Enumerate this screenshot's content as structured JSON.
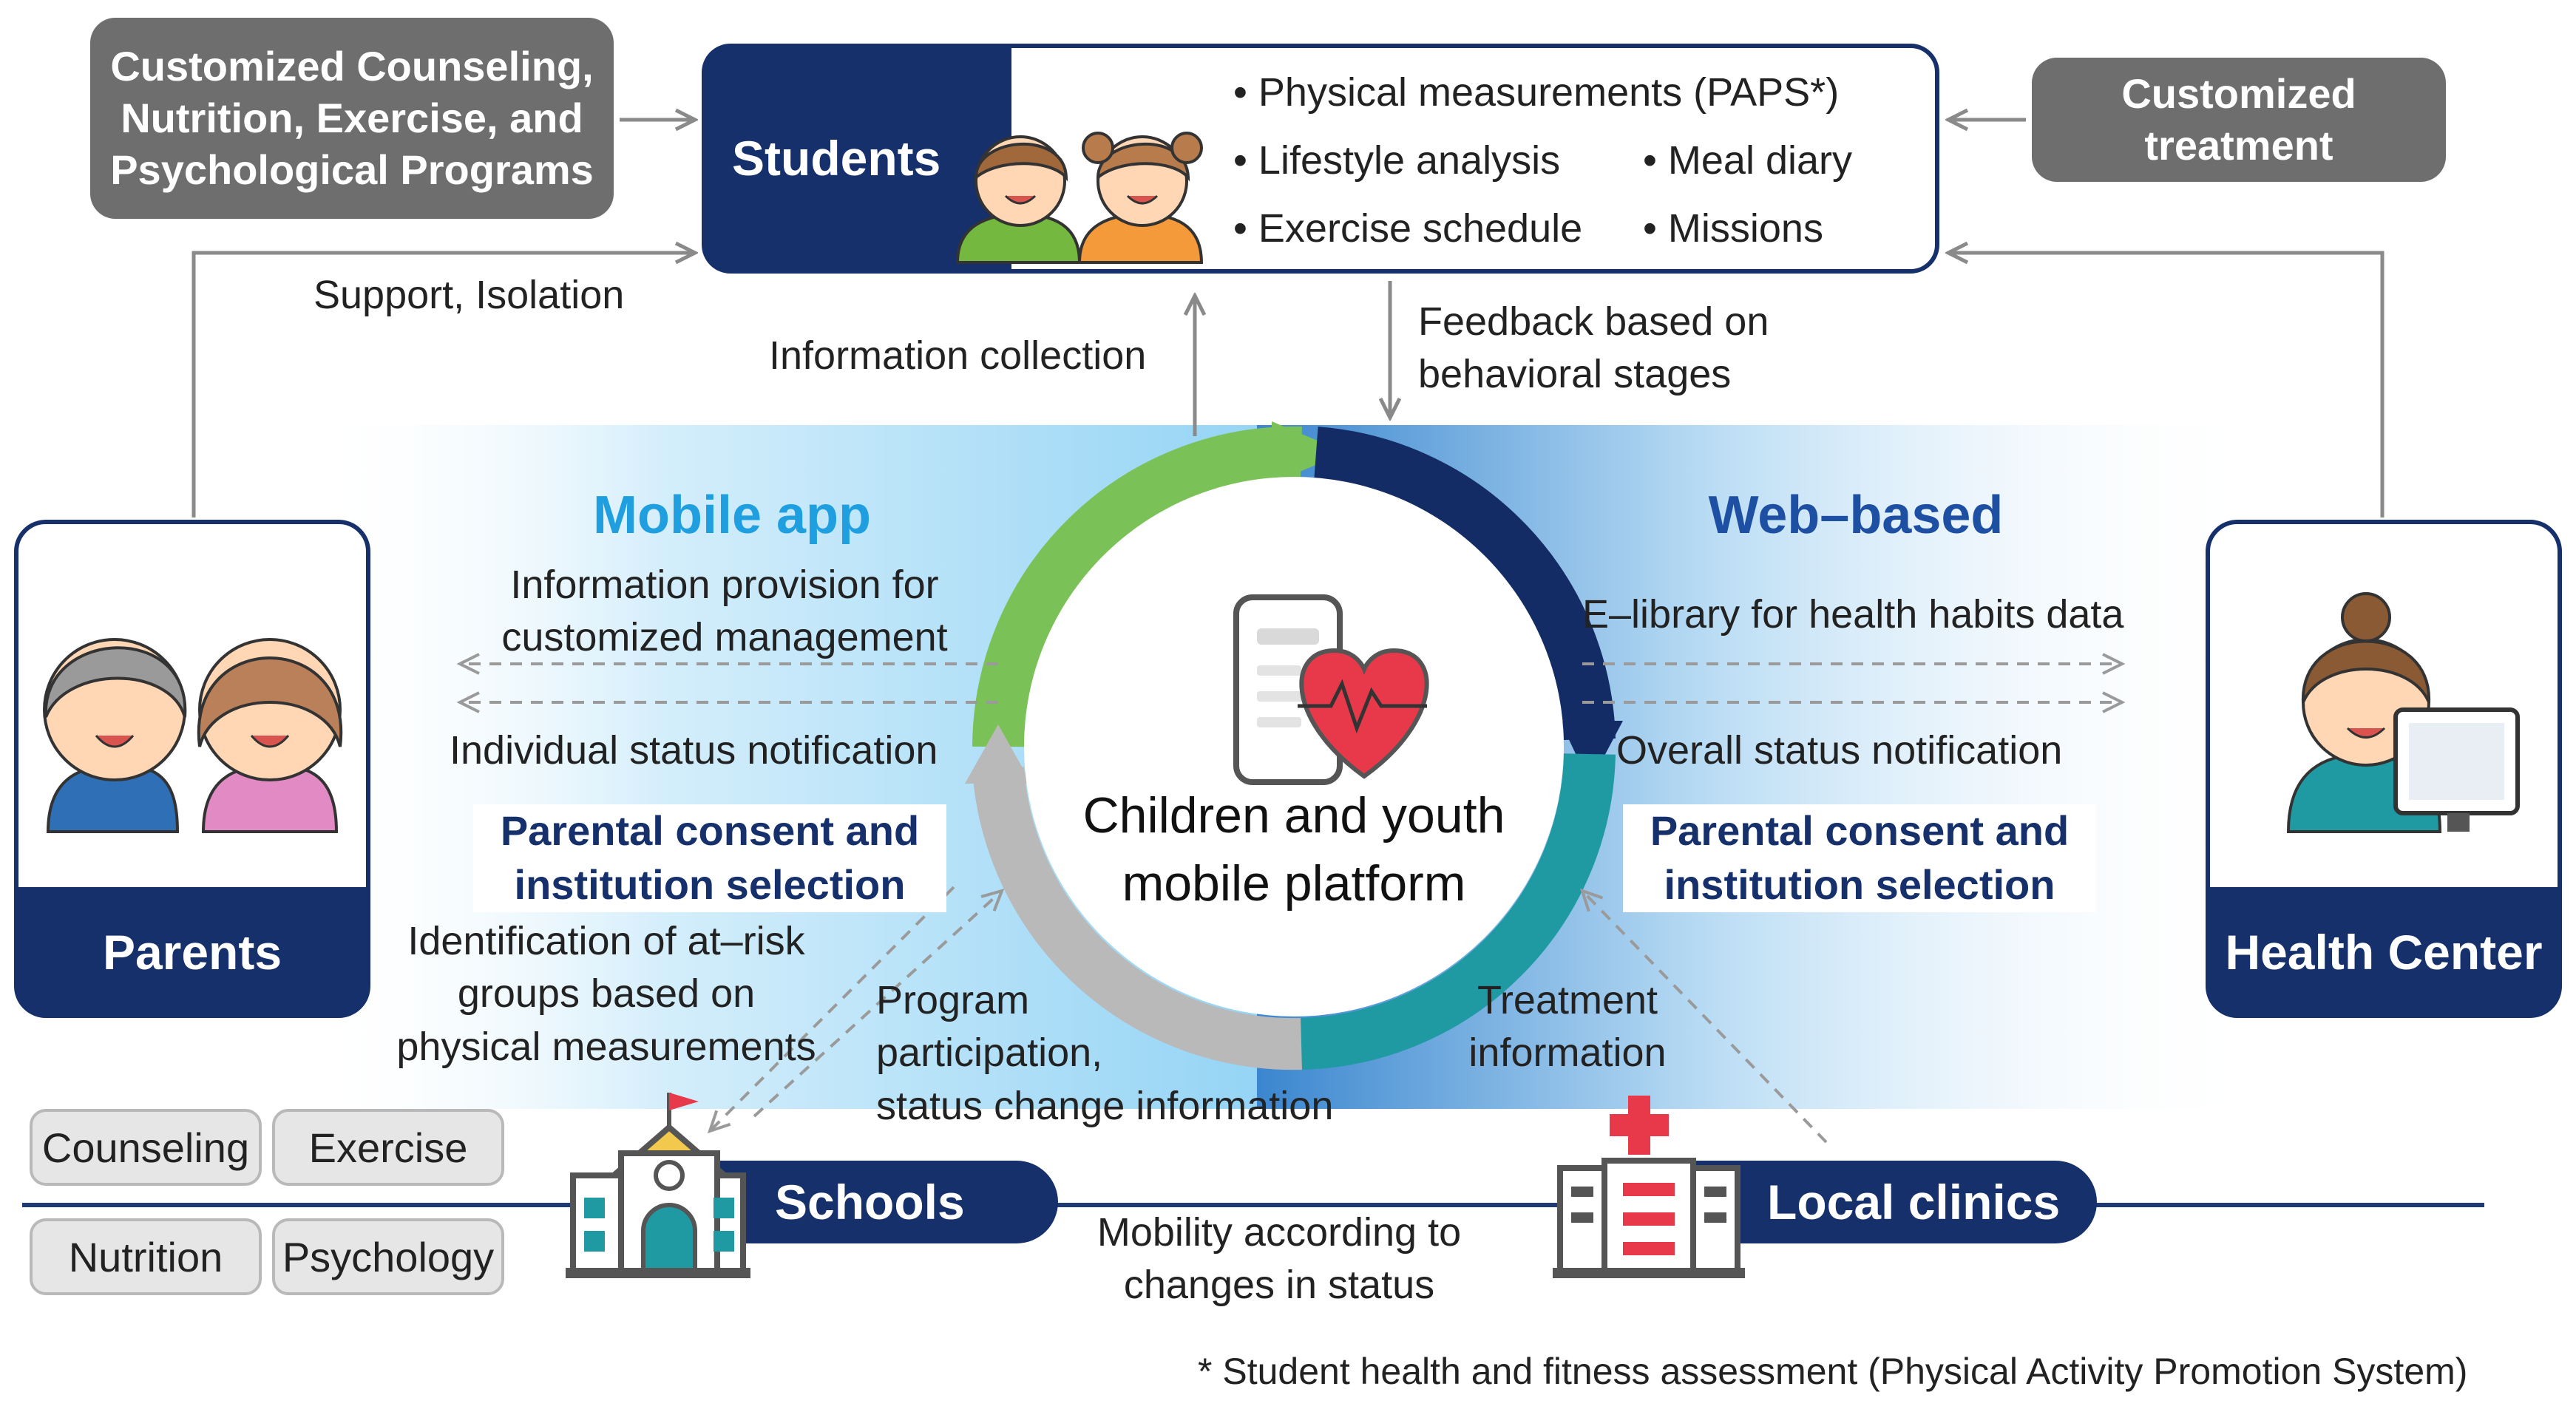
{
  "colors": {
    "navy": "#16306b",
    "gray_box": "#6e6e6e",
    "green": "#7ac257",
    "teal": "#1f9aa3",
    "cyan_title": "#1f9fe0",
    "blue_title": "#1d4fa3"
  },
  "programs_box": "Customized Counseling,\nNutrition, Exercise, and\nPsychological Programs",
  "treatment_box": "Customized\ntreatment",
  "students": {
    "label": "Students",
    "items": [
      "• Physical measurements (PAPS*)",
      "• Lifestyle analysis",
      "• Meal diary",
      "• Exercise schedule",
      "• Missions"
    ]
  },
  "support_isolation": "Support, Isolation",
  "information_collection": "Information collection",
  "feedback": "Feedback based on\nbehavioral stages",
  "mobile_app": {
    "title": "Mobile app",
    "info_provision": "Information provision for\ncustomized management",
    "individual_status": "Individual status notification",
    "consent": "Parental consent and\ninstitution selection"
  },
  "web_based": {
    "title": "Web–based",
    "elibrary": "E–library for health habits data",
    "overall_status": "Overall status notification",
    "consent": "Parental consent and\ninstitution selection"
  },
  "platform": "Children and youth\nmobile platform",
  "parents": "Parents",
  "health_center": "Health Center",
  "at_risk": "Identification of at–risk\ngroups based on\nphysical measurements",
  "program_participation": "Program\nparticipation,\nstatus change information",
  "treatment_information": "Treatment\ninformation",
  "schools": "Schools",
  "local_clinics": "Local clinics",
  "mobility": "Mobility according to\nchanges in status",
  "pills": [
    "Counseling",
    "Exercise",
    "Nutrition",
    "Psychology"
  ],
  "footnote": "* Student health and fitness assessment (Physical Activity Promotion System)",
  "icons": [
    "children-icon",
    "elderly-parents-icon",
    "health-worker-icon",
    "phone-heart-icon",
    "school-building-icon",
    "hospital-building-icon"
  ]
}
